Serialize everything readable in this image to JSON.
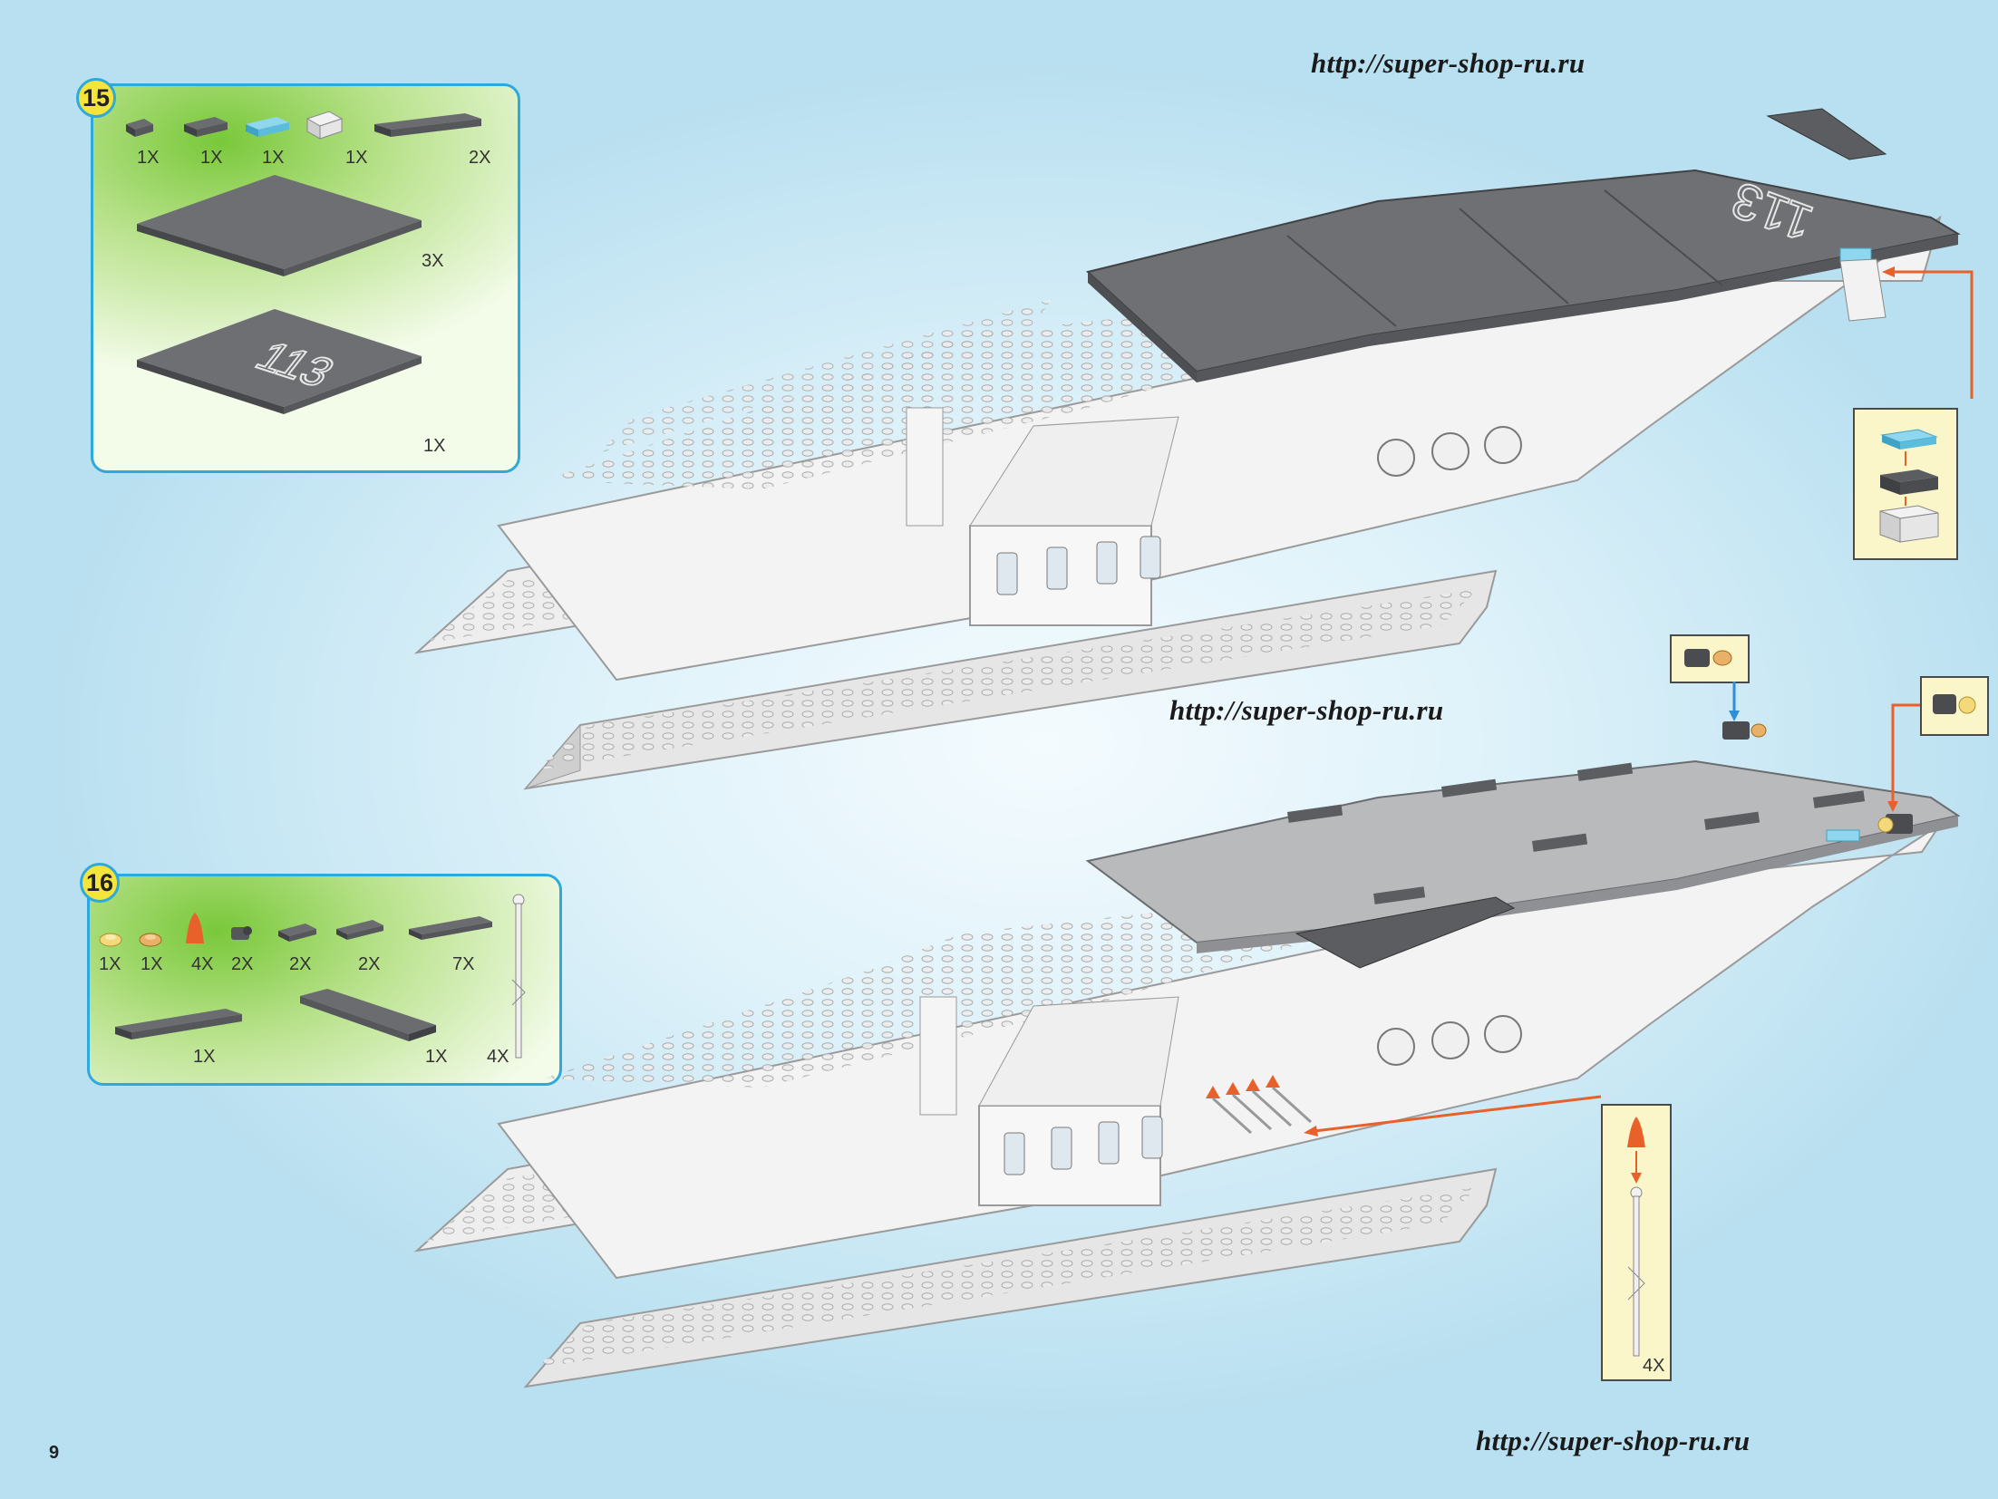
{
  "watermarks": [
    "http://super-shop-ru.ru",
    "http://super-shop-ru.ru",
    "http://super-shop-ru.ru"
  ],
  "page_number": "9",
  "steps": [
    {
      "number": "15",
      "quantities": [
        "1X",
        "1X",
        "1X",
        "1X",
        "2X",
        "3X",
        "1X"
      ],
      "plate_marking": "113"
    },
    {
      "number": "16",
      "quantities": [
        "1X",
        "1X",
        "4X",
        "2X",
        "2X",
        "2X",
        "7X",
        "1X",
        "1X",
        "4X"
      ]
    }
  ],
  "hull_marking": "113",
  "callout_qty": "4X",
  "colors": {
    "frame_blue": "#2ea9dc",
    "step_badge": "#f5e53a",
    "dark_gray": "#5b5d61",
    "light_gray": "#b7b8ba",
    "arrow_orange": "#e8602a",
    "arrow_blue": "#2e8fd8",
    "callout_bg": "#fbf6c9"
  }
}
